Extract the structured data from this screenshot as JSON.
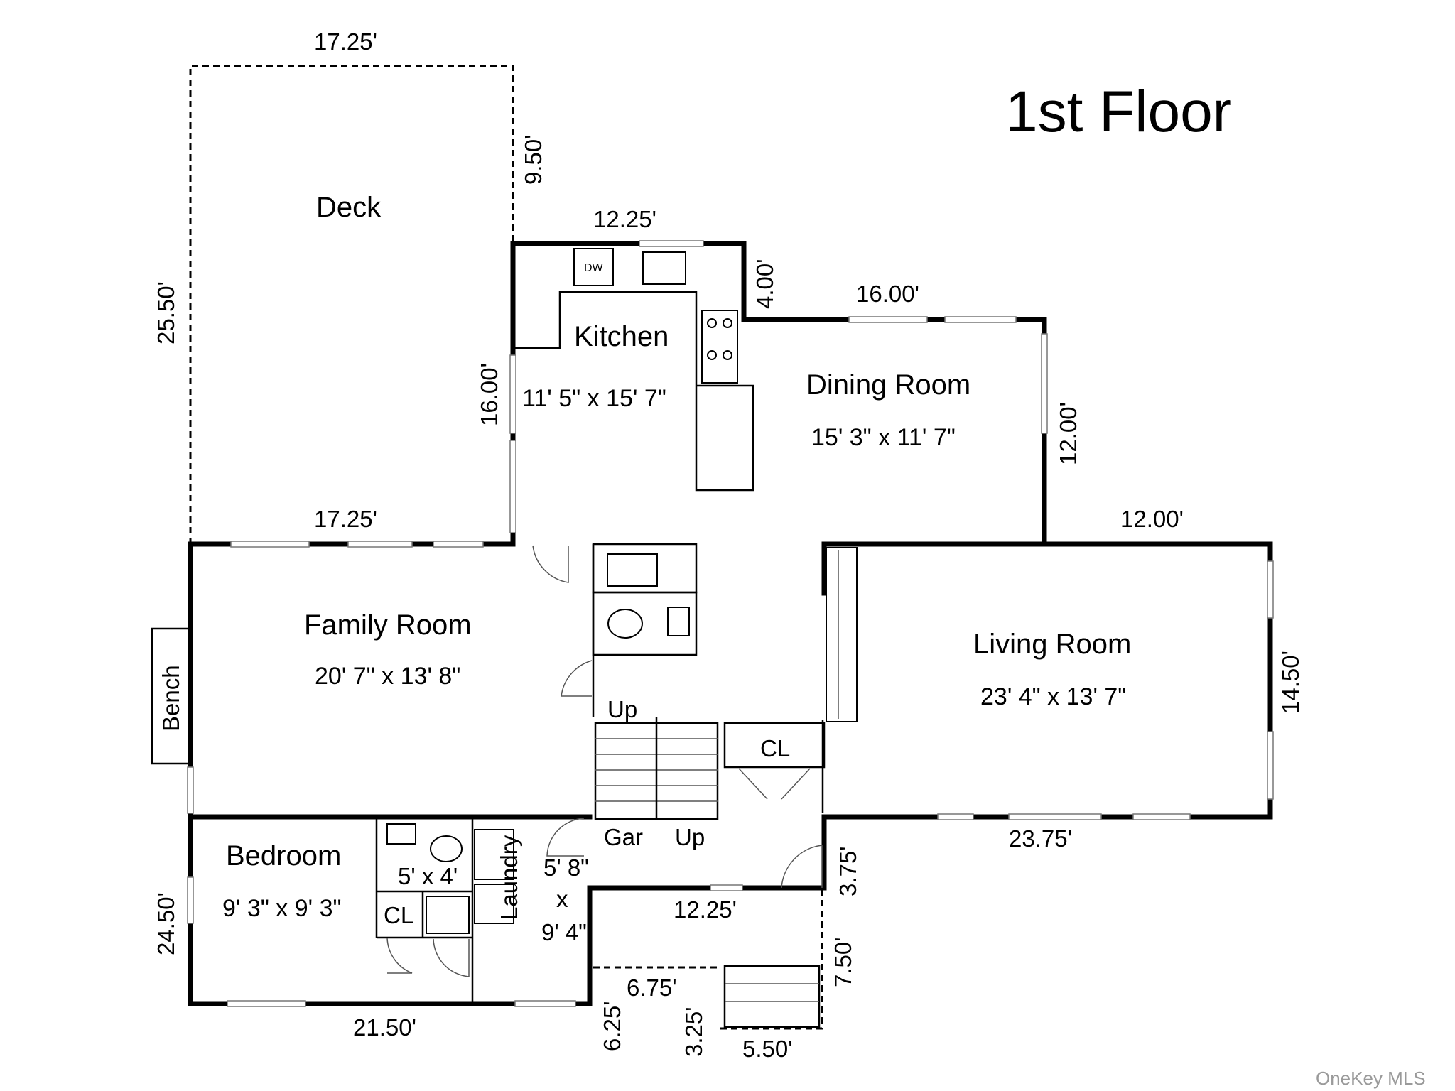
{
  "title": "1st Floor",
  "watermark": "OneKey MLS",
  "rooms": {
    "deck": {
      "name": "Deck"
    },
    "kitchen": {
      "name": "Kitchen",
      "size": "11' 5\" x 15' 7\""
    },
    "dining": {
      "name": "Dining Room",
      "size": "15' 3\" x 11' 7\""
    },
    "family": {
      "name": "Family Room",
      "size": "20' 7\" x 13' 8\""
    },
    "living": {
      "name": "Living Room",
      "size": "23' 4\" x 13' 7\""
    },
    "bedroom": {
      "name": "Bedroom",
      "size": "9' 3\" x 9' 3\""
    },
    "bath": {
      "size": "5' x 4'"
    },
    "laundry": {
      "name": "Laundry",
      "size_a": "5' 8\"",
      "size_x": "x",
      "size_b": "9' 4\""
    }
  },
  "labels": {
    "bench": "Bench",
    "closet_bedroom": "CL",
    "closet_hall": "CL",
    "up_top": "Up",
    "up_bottom": "Up",
    "gar": "Gar",
    "dishwasher": "DW"
  },
  "dimensions": {
    "deck_top": "17.25'",
    "deck_right": "9.50'",
    "deck_left": "25.50'",
    "deck_bottom": "17.25'",
    "kitchen_top": "12.25'",
    "kitchen_right": "4.00'",
    "kitchen_left": "16.00'",
    "dining_top": "16.00'",
    "dining_right": "12.00'",
    "living_top": "12.00'",
    "living_right": "14.50'",
    "living_bottom": "23.75'",
    "hall_right": "3.75'",
    "hall_bottom": "12.25'",
    "porch_right": "7.50'",
    "porch_left": "6.25'",
    "porch_top": "6.75'",
    "stoop_left": "3.25'",
    "stoop_bottom": "5.50'",
    "bedroom_bottom": "21.50'",
    "bedroom_left": "24.50'"
  }
}
